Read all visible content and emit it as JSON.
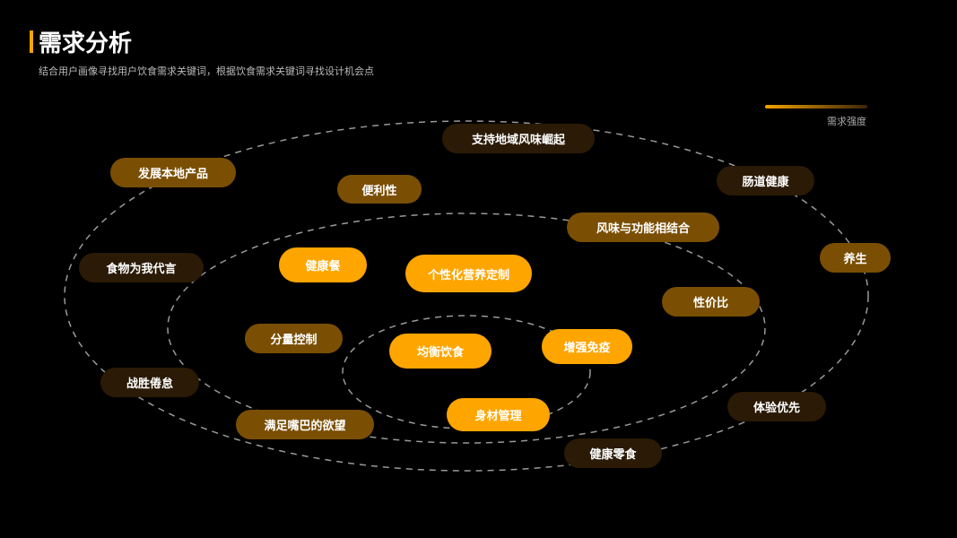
{
  "header": {
    "title": "需求分析",
    "subtitle": "结合用户画像寻找用户饮食需求关键词，根据饮食需求关键词寻找设计机会点"
  },
  "legend": {
    "label": "需求强度",
    "colors": {
      "high": "#ffa500",
      "medium": "#7a4f04",
      "low": "#2a1a06"
    }
  },
  "keywords": [
    {
      "label": "支持地域风味崛起",
      "level": "low"
    },
    {
      "label": "发展本地产品",
      "level": "medium"
    },
    {
      "label": "便利性",
      "level": "medium"
    },
    {
      "label": "肠道健康",
      "level": "low"
    },
    {
      "label": "风味与功能相结合",
      "level": "medium"
    },
    {
      "label": "养生",
      "level": "medium"
    },
    {
      "label": "食物为我代言",
      "level": "low"
    },
    {
      "label": "健康餐",
      "level": "high"
    },
    {
      "label": "个性化营养定制",
      "level": "high"
    },
    {
      "label": "性价比",
      "level": "medium"
    },
    {
      "label": "分量控制",
      "level": "medium"
    },
    {
      "label": "均衡饮食",
      "level": "high"
    },
    {
      "label": "增强免疫",
      "level": "high"
    },
    {
      "label": "战胜倦怠",
      "level": "low"
    },
    {
      "label": "满足嘴巴的欲望",
      "level": "medium"
    },
    {
      "label": "身材管理",
      "level": "high"
    },
    {
      "label": "体验优先",
      "level": "low"
    },
    {
      "label": "健康零食",
      "level": "low"
    }
  ]
}
